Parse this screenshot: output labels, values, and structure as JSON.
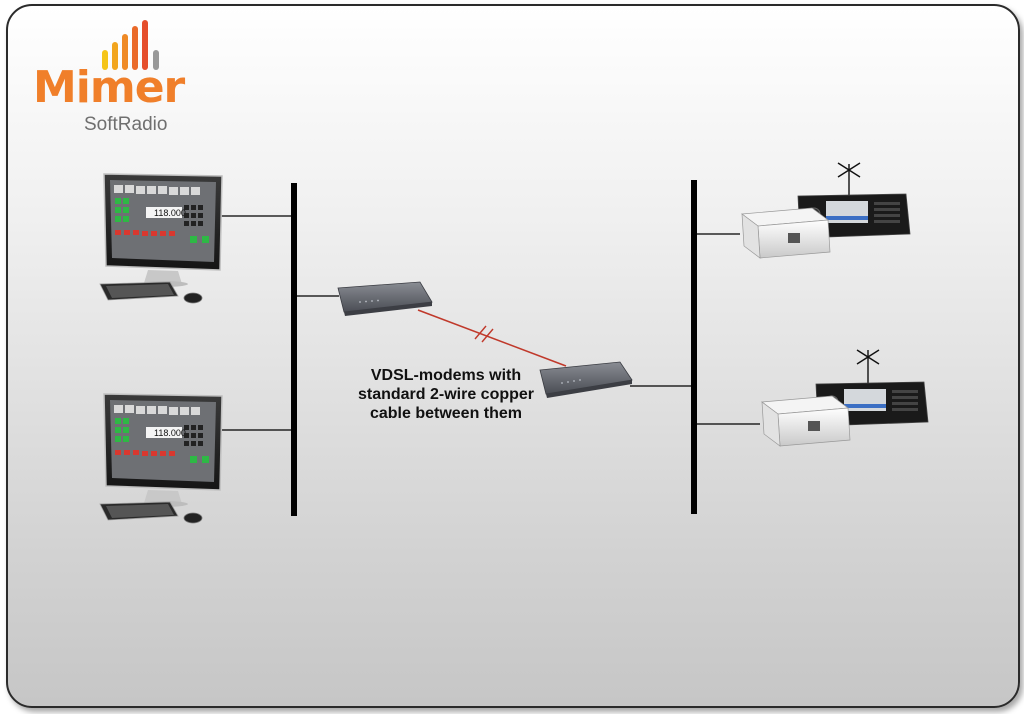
{
  "logo": {
    "brand": "Mimer",
    "product": "SoftRadio",
    "bar_colors": [
      "#f5c518",
      "#f2a51e",
      "#ef8a26",
      "#ea6a2a",
      "#e54e2c",
      "#999999"
    ]
  },
  "caption": {
    "line1": "VDSL-modems with",
    "line2": "standard 2-wire copper",
    "line3": "cable between them"
  },
  "operator_stations": [
    {
      "frequency": "118.000"
    },
    {
      "frequency": "118.000"
    }
  ],
  "colors": {
    "bus": "#000000",
    "copper_link": "#c0392b",
    "logo_orange": "#f07f2a",
    "border": "#2b2b2b"
  },
  "icons": [
    "monitor-icon",
    "keyboard-icon",
    "mouse-icon",
    "modem-icon",
    "interface-box-icon",
    "radio-icon",
    "antenna-icon"
  ]
}
